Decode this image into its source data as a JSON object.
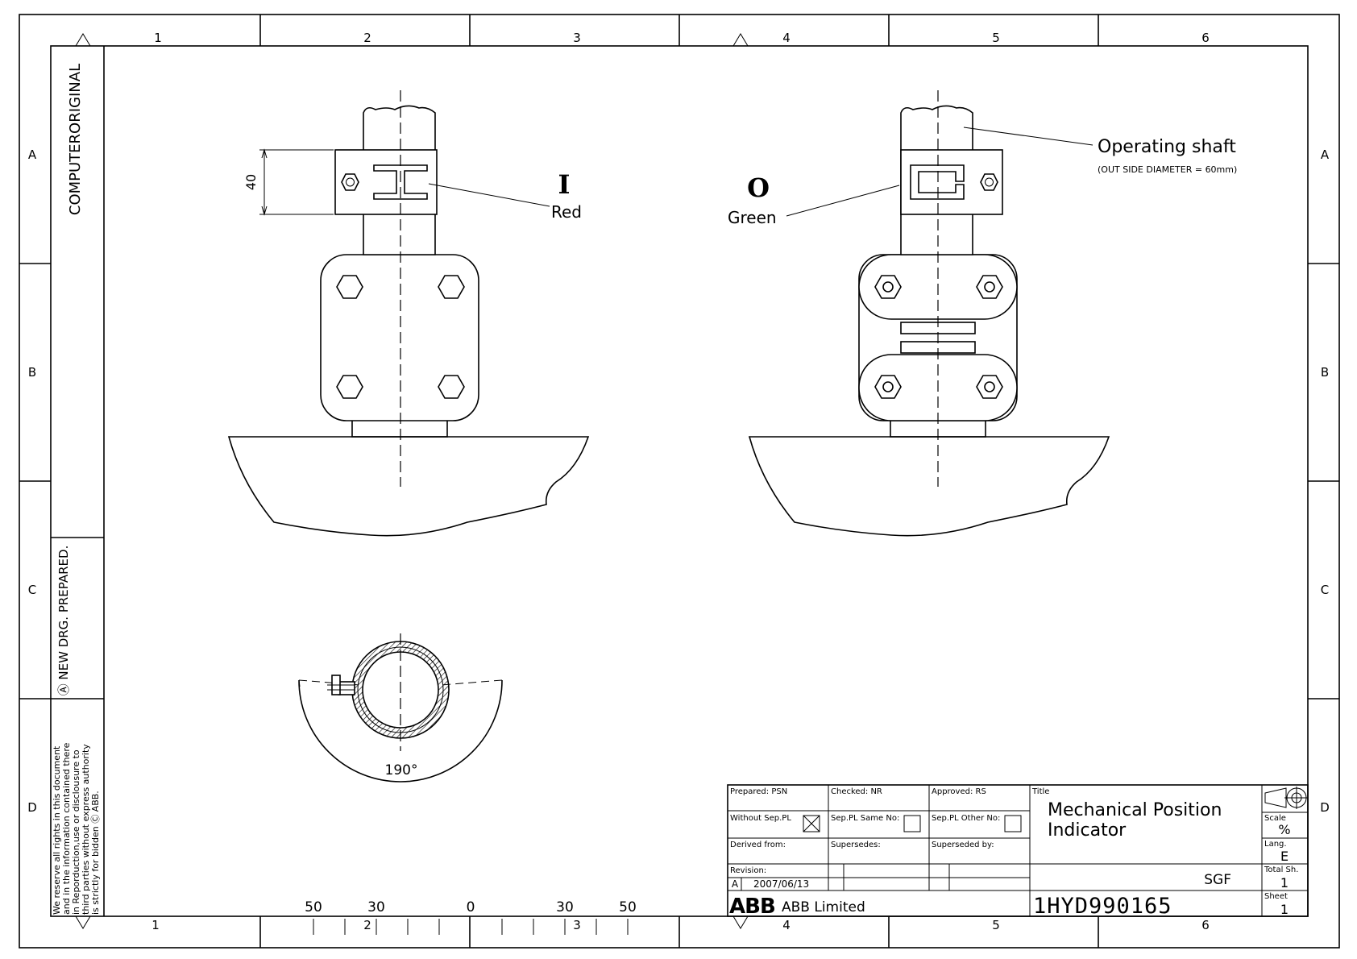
{
  "frame": {
    "columns": [
      "1",
      "2",
      "3",
      "4",
      "5",
      "6"
    ],
    "rows": [
      "A",
      "B",
      "C",
      "D"
    ]
  },
  "side_panel": {
    "computer_original": "COMPUTERORIGINAL",
    "revision_note": "Ⓐ NEW DRG. PREPARED.",
    "copyright_lines": [
      "We reserve all rights in this document",
      "and in the information contained there",
      "in Reporduction,use or disclousure to",
      "third parties without express authority",
      "is strictly for bidden  Ⓒ ABB."
    ]
  },
  "views": {
    "left_dimension": "40",
    "left_marker": "I",
    "left_color": "Red",
    "right_marker": "O",
    "right_color": "Green",
    "shaft_label": "Operating  shaft",
    "shaft_note": "(OUT SIDE DIAMETER = 60mm)",
    "angle_label": "190°"
  },
  "scale_ruler": [
    "50",
    "30",
    "0",
    "30",
    "50"
  ],
  "title_block": {
    "prepared": "Prepared: PSN",
    "checked": "Checked: NR",
    "approved": "Approved: RS",
    "title_label": "Title",
    "title_line1": "Mechanical  Position",
    "title_line2": "Indicator",
    "without_sep": "Without Sep.PL",
    "sep_same": "Sep.PL Same No:",
    "sep_other": "Sep.PL Other No:",
    "derived": "Derived from:",
    "supersedes": "Supersedes:",
    "superseded_by": "Superseded by:",
    "revision": "Revision:",
    "rev_letter": "A",
    "rev_date": "2007/06/13",
    "company_logo": "ABB",
    "company": "ABB  Limited",
    "product_code": "SGF",
    "document_number": "1HYD990165",
    "scale_label": "Scale",
    "scale_value": "%",
    "lang_label": "Lang.",
    "lang_value": "E",
    "total_label": "Total Sh.",
    "total_value": "1",
    "sheet_label": "Sheet",
    "sheet_value": "1"
  }
}
